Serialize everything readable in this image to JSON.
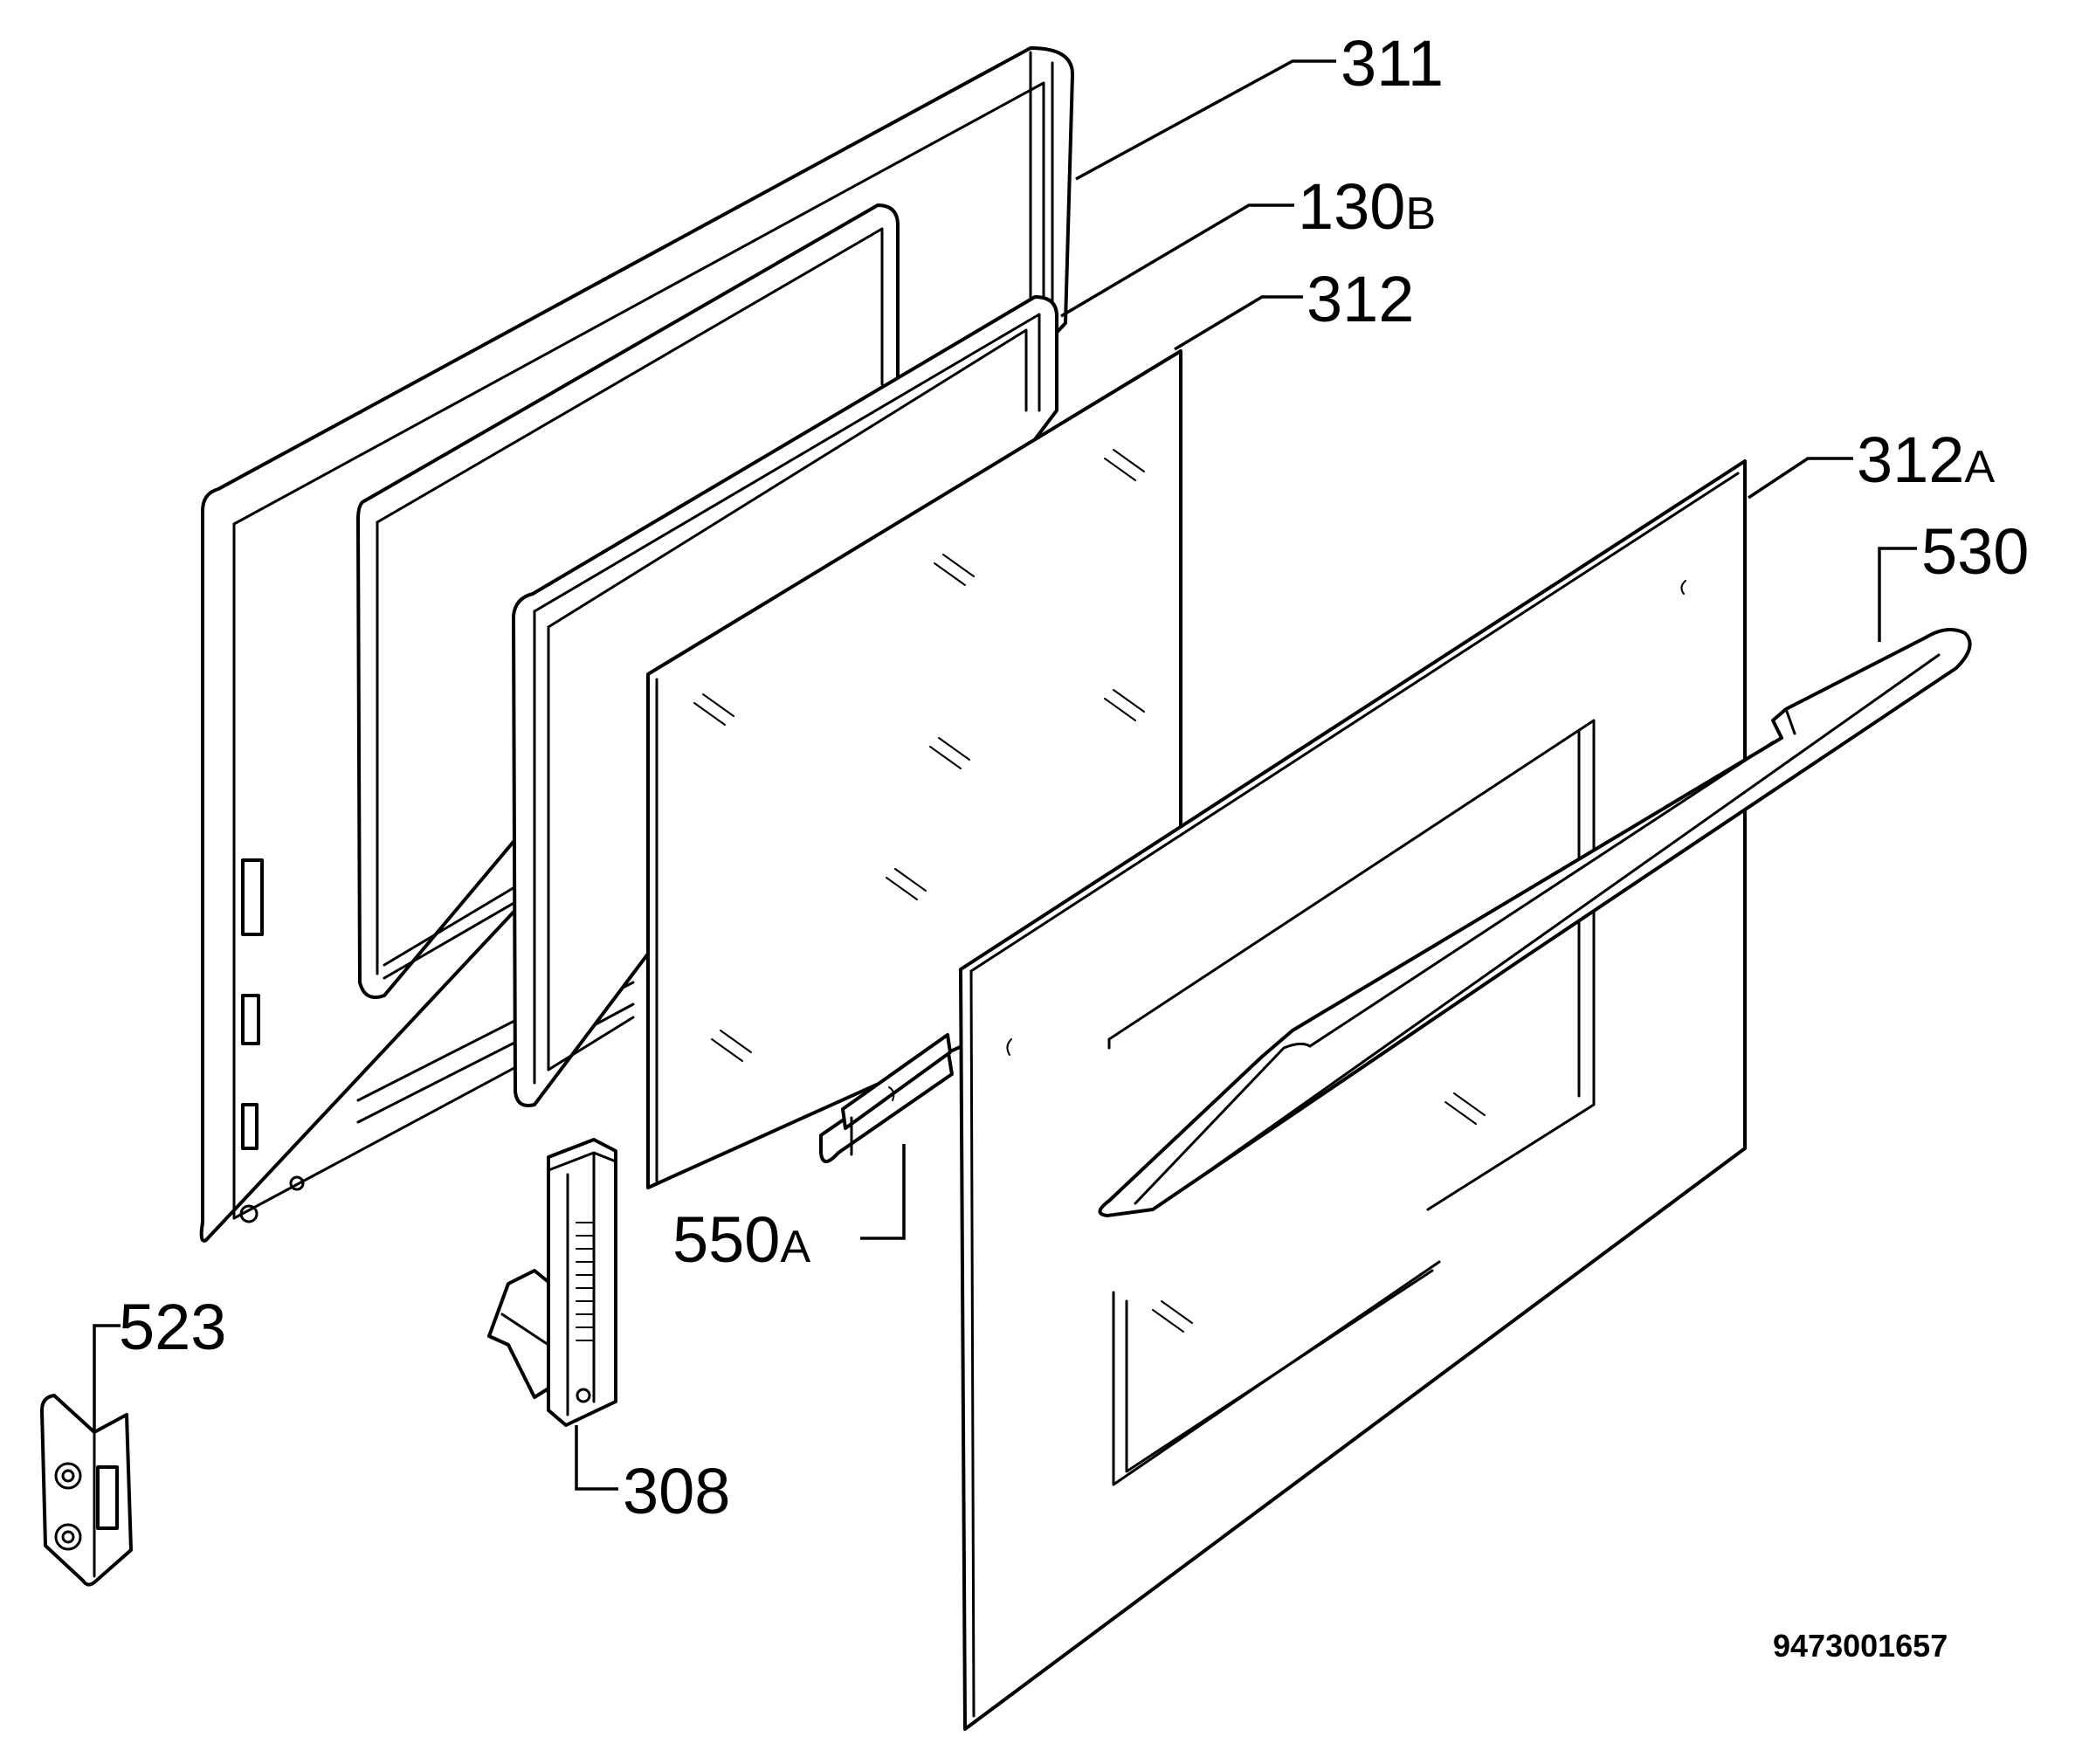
{
  "callouts": {
    "c311": {
      "number": "311",
      "suffix": ""
    },
    "c130b": {
      "number": "130",
      "suffix": "B"
    },
    "c312": {
      "number": "312",
      "suffix": ""
    },
    "c312a": {
      "number": "312",
      "suffix": "A"
    },
    "c530": {
      "number": "530",
      "suffix": ""
    },
    "c550a": {
      "number": "550",
      "suffix": "A"
    },
    "c523": {
      "number": "523",
      "suffix": ""
    },
    "c308": {
      "number": "308",
      "suffix": ""
    }
  },
  "document_number": "9473001657",
  "colors": {
    "line": "#000000",
    "background": "#ffffff"
  }
}
